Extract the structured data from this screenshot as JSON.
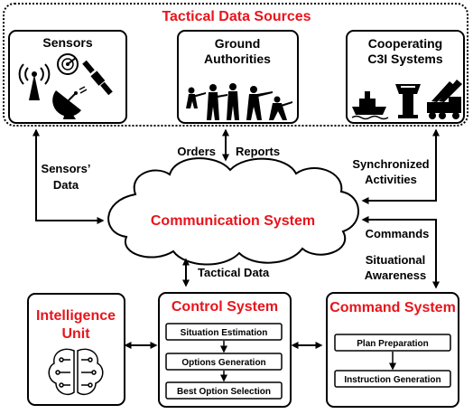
{
  "header": {
    "title": "Tactical Data Sources"
  },
  "sources": {
    "sensors": "Sensors",
    "ground_line1": "Ground",
    "ground_line2": "Authorities",
    "coop_line1": "Cooperating",
    "coop_line2": "C3I Systems"
  },
  "links": {
    "sensors_data_line1": "Sensors’",
    "sensors_data_line2": "Data",
    "orders": "Orders",
    "reports": "Reports",
    "sync_line1": "Synchronized",
    "sync_line2": "Activities",
    "commands": "Commands",
    "sa_line1": "Situational",
    "sa_line2": "Awareness",
    "tactical_data": "Tactical Data"
  },
  "comm": {
    "label": "Communication System"
  },
  "intel": {
    "line1": "Intelligence",
    "line2": "Unit"
  },
  "control": {
    "title": "Control System",
    "steps": [
      "Situation Estimation",
      "Options Generation",
      "Best Option Selection"
    ]
  },
  "command": {
    "title": "Command System",
    "steps": [
      "Plan Preparation",
      "Instruction Generation"
    ]
  },
  "colors": {
    "accent": "#e8141c",
    "stroke": "#000000"
  }
}
